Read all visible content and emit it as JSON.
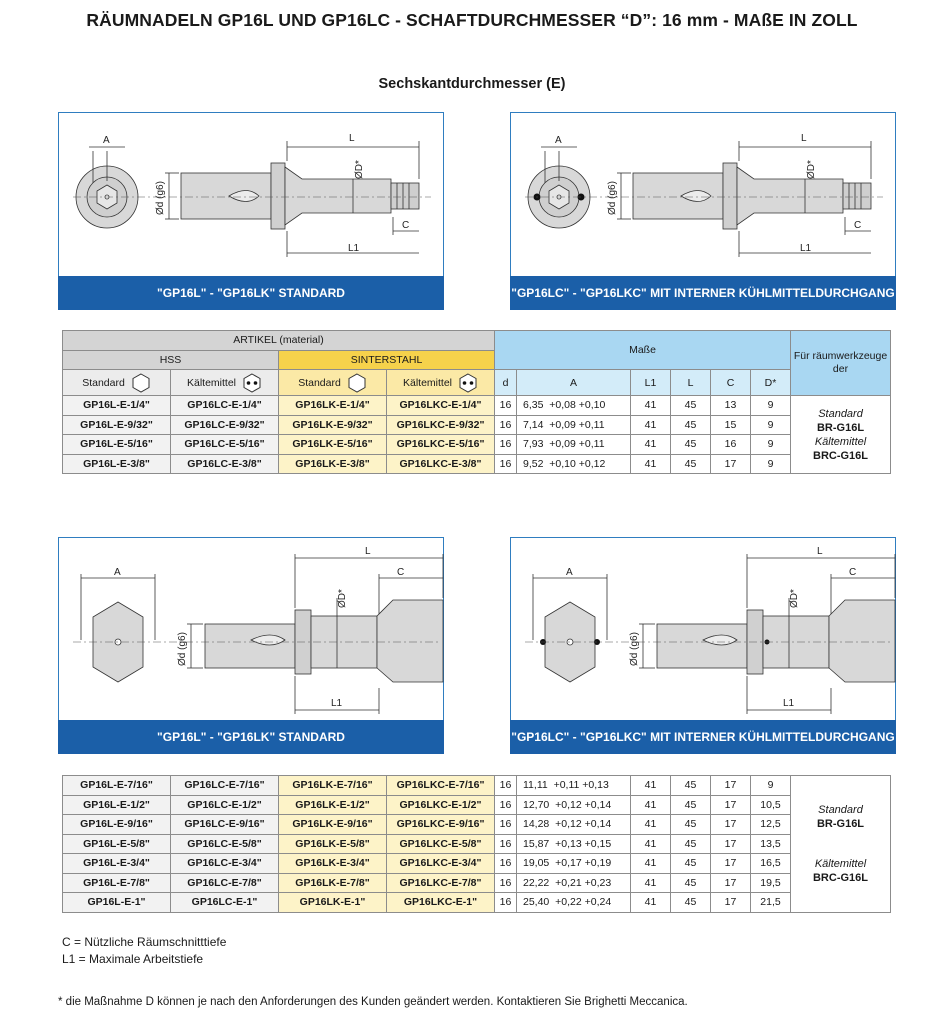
{
  "title": "RÄUMNADELN GP16L UND GP16LC - SCHAFTDURCHMESSER “D”: 16 mm - MAßE IN ZOLL",
  "subtitle": "Sechskantdurchmesser (E)",
  "panels": [
    {
      "caption": "\"GP16L\" - \"GP16LK\" STANDARD"
    },
    {
      "caption": "\"GP16LC\" - \"GP16LKC\" MIT INTERNER KÜHLMITTELDURCHGANG"
    },
    {
      "caption": "\"GP16L\" - \"GP16LK\" STANDARD"
    },
    {
      "caption": "\"GP16LC\" - \"GP16LKC\" MIT INTERNER KÜHLMITTELDURCHGANG"
    }
  ],
  "drawing_labels": {
    "A": "A",
    "L": "L",
    "L1": "L1",
    "C": "C",
    "D": "ØD*",
    "d": "Ød (g6)"
  },
  "table_header": {
    "artikel": "ARTIKEL (material)",
    "hss": "HSS",
    "sinter": "SINTERSTAHL",
    "masse": "Maße",
    "fuer": "Für räumwerkzeuge der",
    "standard": "Standard",
    "kaeltemittel": "Kältemittel",
    "cols": [
      "d",
      "A",
      "L1",
      "L",
      "C",
      "D*"
    ]
  },
  "side_labels": {
    "standard": "Standard",
    "standard_ref": "BR-G16L",
    "kalt": "Kältemittel",
    "kalt_ref": "BRC-G16L"
  },
  "table1_rows": [
    {
      "hss_std": "GP16L-E-1/4\"",
      "hss_kalt": "GP16LC-E-1/4\"",
      "sin_std": "GP16LK-E-1/4\"",
      "sin_kalt": "GP16LKC-E-1/4\"",
      "d": "16",
      "a": "6,35",
      "tol": "+0,08 +0,10",
      "l1": "41",
      "l": "45",
      "c": "13",
      "dd": "9"
    },
    {
      "hss_std": "GP16L-E-9/32\"",
      "hss_kalt": "GP16LC-E-9/32\"",
      "sin_std": "GP16LK-E-9/32\"",
      "sin_kalt": "GP16LKC-E-9/32\"",
      "d": "16",
      "a": "7,14",
      "tol": "+0,09 +0,11",
      "l1": "41",
      "l": "45",
      "c": "15",
      "dd": "9"
    },
    {
      "hss_std": "GP16L-E-5/16\"",
      "hss_kalt": "GP16LC-E-5/16\"",
      "sin_std": "GP16LK-E-5/16\"",
      "sin_kalt": "GP16LKC-E-5/16\"",
      "d": "16",
      "a": "7,93",
      "tol": "+0,09 +0,11",
      "l1": "41",
      "l": "45",
      "c": "16",
      "dd": "9"
    },
    {
      "hss_std": "GP16L-E-3/8\"",
      "hss_kalt": "GP16LC-E-3/8\"",
      "sin_std": "GP16LK-E-3/8\"",
      "sin_kalt": "GP16LKC-E-3/8\"",
      "d": "16",
      "a": "9,52",
      "tol": "+0,10 +0,12",
      "l1": "41",
      "l": "45",
      "c": "17",
      "dd": "9"
    }
  ],
  "table2_rows": [
    {
      "hss_std": "GP16L-E-7/16\"",
      "hss_kalt": "GP16LC-E-7/16\"",
      "sin_std": "GP16LK-E-7/16\"",
      "sin_kalt": "GP16LKC-E-7/16\"",
      "d": "16",
      "a": "11,11",
      "tol": "+0,11 +0,13",
      "l1": "41",
      "l": "45",
      "c": "17",
      "dd": "9"
    },
    {
      "hss_std": "GP16L-E-1/2\"",
      "hss_kalt": "GP16LC-E-1/2\"",
      "sin_std": "GP16LK-E-1/2\"",
      "sin_kalt": "GP16LKC-E-1/2\"",
      "d": "16",
      "a": "12,70",
      "tol": "+0,12 +0,14",
      "l1": "41",
      "l": "45",
      "c": "17",
      "dd": "10,5"
    },
    {
      "hss_std": "GP16L-E-9/16\"",
      "hss_kalt": "GP16LC-E-9/16\"",
      "sin_std": "GP16LK-E-9/16\"",
      "sin_kalt": "GP16LKC-E-9/16\"",
      "d": "16",
      "a": "14,28",
      "tol": "+0,12 +0,14",
      "l1": "41",
      "l": "45",
      "c": "17",
      "dd": "12,5"
    },
    {
      "hss_std": "GP16L-E-5/8\"",
      "hss_kalt": "GP16LC-E-5/8\"",
      "sin_std": "GP16LK-E-5/8\"",
      "sin_kalt": "GP16LKC-E-5/8\"",
      "d": "16",
      "a": "15,87",
      "tol": "+0,13 +0,15",
      "l1": "41",
      "l": "45",
      "c": "17",
      "dd": "13,5"
    },
    {
      "hss_std": "GP16L-E-3/4\"",
      "hss_kalt": "GP16LC-E-3/4\"",
      "sin_std": "GP16LK-E-3/4\"",
      "sin_kalt": "GP16LKC-E-3/4\"",
      "d": "16",
      "a": "19,05",
      "tol": "+0,17 +0,19",
      "l1": "41",
      "l": "45",
      "c": "17",
      "dd": "16,5"
    },
    {
      "hss_std": "GP16L-E-7/8\"",
      "hss_kalt": "GP16LC-E-7/8\"",
      "sin_std": "GP16LK-E-7/8\"",
      "sin_kalt": "GP16LKC-E-7/8\"",
      "d": "16",
      "a": "22,22",
      "tol": "+0,21 +0,23",
      "l1": "41",
      "l": "45",
      "c": "17",
      "dd": "19,5"
    },
    {
      "hss_std": "GP16L-E-1\"",
      "hss_kalt": "GP16LC-E-1\"",
      "sin_std": "GP16LK-E-1\"",
      "sin_kalt": "GP16LKC-E-1\"",
      "d": "16",
      "a": "25,40",
      "tol": "+0,22 +0,24",
      "l1": "41",
      "l": "45",
      "c": "17",
      "dd": "21,5"
    }
  ],
  "notes": [
    "C = Nützliche Räumschnitttiefe",
    "L1 = Maximale Arbeitstiefe"
  ],
  "footnote": "* die Maßnahme D können je nach den Anforderungen des Kunden geändert werden. Kontaktieren Sie Brighetti Meccanica."
}
